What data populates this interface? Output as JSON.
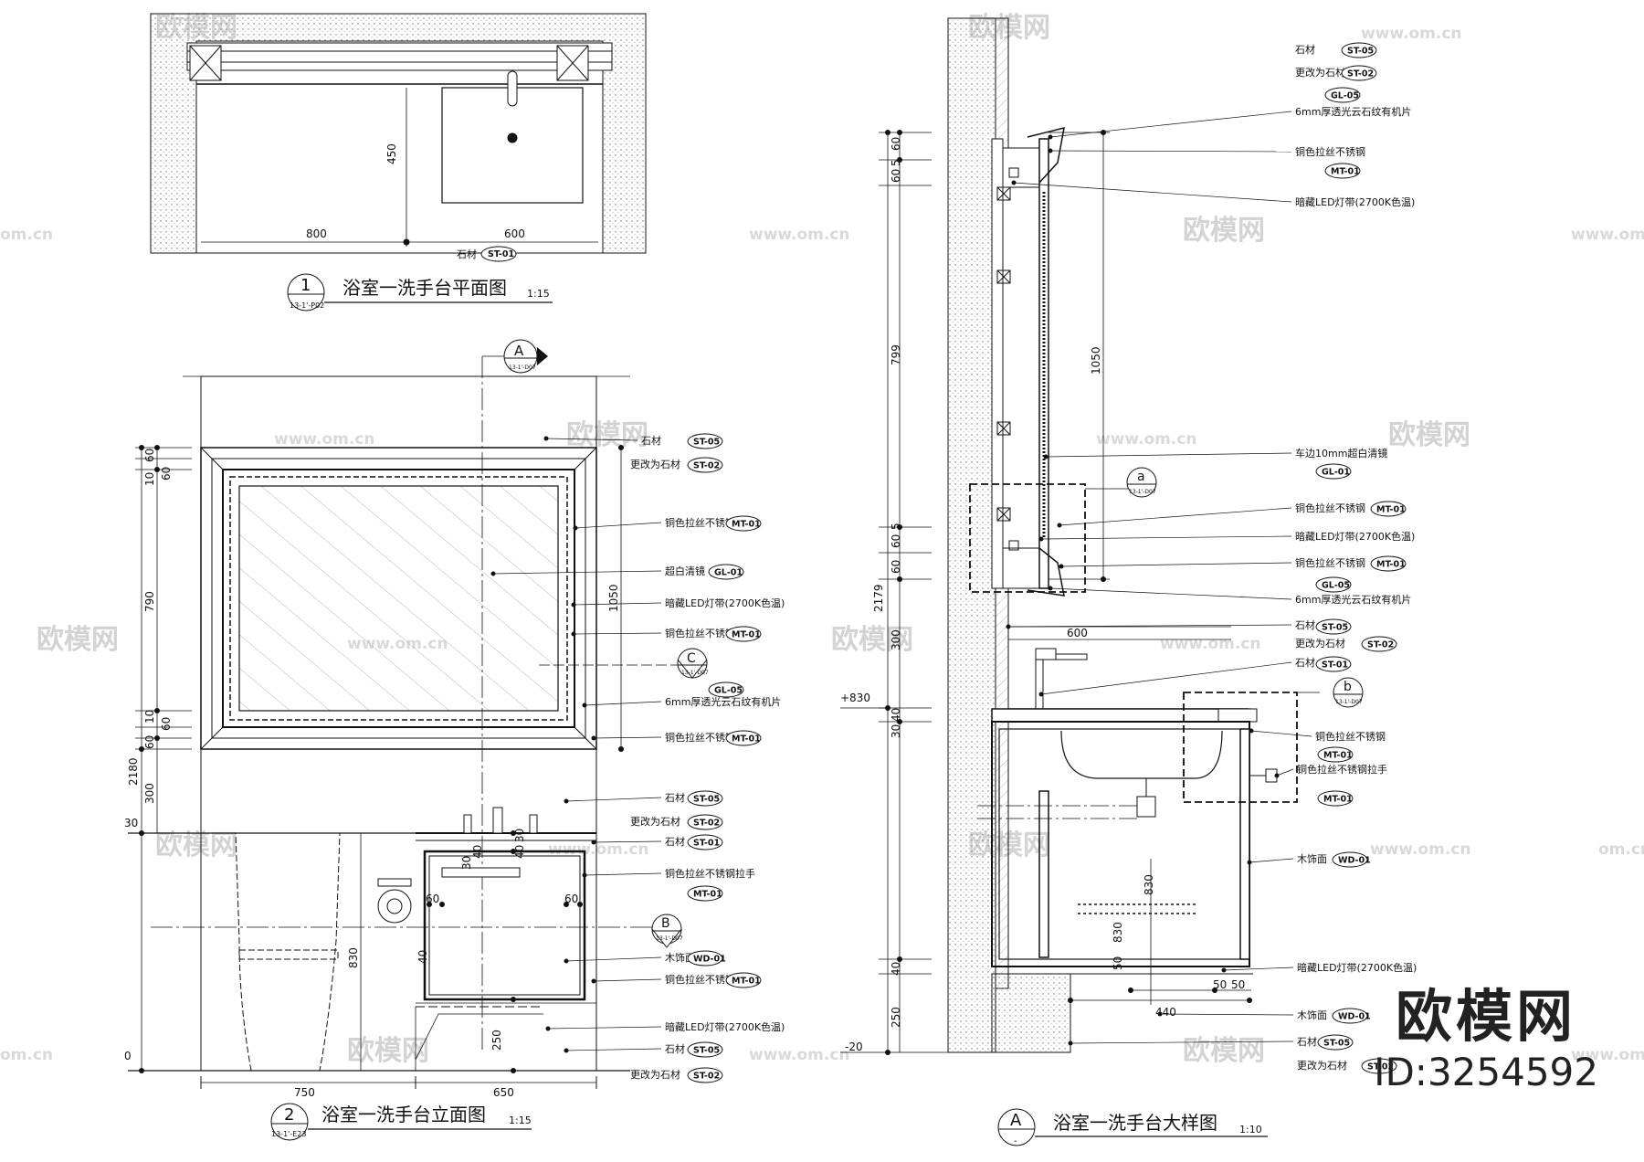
{
  "drawings": {
    "plan": {
      "number": "1",
      "sheet_ref": "13-1'-P02",
      "title": "浴室一洗手台平面图",
      "scale": "1:15",
      "dims": [
        "450",
        "800",
        "600"
      ],
      "material": {
        "text": "石材",
        "code": "ST-01"
      }
    },
    "elevation": {
      "number": "2",
      "sheet_ref": "13-1'-E23",
      "title": "浴室一洗手台立面图",
      "scale": "1:15",
      "section_a": {
        "letter": "A",
        "ref": "13-1'-D07"
      },
      "section_b": {
        "letter": "B",
        "ref": "13-1'-D07"
      },
      "section_c": {
        "letter": "C",
        "ref": "13-1'-D07"
      },
      "vertical_dims": [
        "60",
        "10",
        "60",
        "790",
        "10",
        "60",
        "60",
        "300",
        "830",
        "2180",
        "30",
        "0"
      ],
      "inner_dims": [
        "1050",
        "40",
        "30",
        "30",
        "40",
        "60",
        "60",
        "40",
        "250"
      ],
      "horizontal_dims": [
        "750",
        "650"
      ],
      "labels": [
        {
          "text": "石材",
          "code": "ST-05"
        },
        {
          "text": "更改为石材",
          "code": "ST-02"
        },
        {
          "text": "铜色拉丝不锈钢",
          "code": "MT-01"
        },
        {
          "text": "超白清镜",
          "code": "GL-01"
        },
        {
          "text": "暗藏LED灯带(2700K色温)",
          "code": ""
        },
        {
          "text": "铜色拉丝不锈钢",
          "code": "MT-01"
        },
        {
          "text": "6mm厚透光云石纹有机片",
          "code": "GL-05"
        },
        {
          "text": "铜色拉丝不锈钢",
          "code": "MT-01"
        },
        {
          "text": "石材",
          "code": "ST-05"
        },
        {
          "text": "更改为石材",
          "code": "ST-02"
        },
        {
          "text": "石材",
          "code": "ST-01"
        },
        {
          "text": "铜色拉丝不锈钢拉手",
          "code": "MT-01"
        },
        {
          "text": "木饰面",
          "code": "WD-01"
        },
        {
          "text": "铜色拉丝不锈钢",
          "code": "MT-01"
        },
        {
          "text": "暗藏LED灯带(2700K色温)",
          "code": ""
        },
        {
          "text": "石材",
          "code": "ST-05"
        },
        {
          "text": "更改为石材",
          "code": "ST-02"
        }
      ]
    },
    "detail": {
      "number": "A",
      "sheet_ref": "-",
      "title": "浴室一洗手台大样图",
      "scale": "1:10",
      "callout_a": {
        "letter": "a",
        "ref": "13-1'-D07"
      },
      "callout_b": {
        "letter": "b",
        "ref": "13-1'-D07"
      },
      "vertical_dims": [
        "60",
        "5",
        "60",
        "799",
        "60",
        "5",
        "60",
        "300",
        "40",
        "30",
        "830",
        "40",
        "250",
        "2179",
        "1050",
        "830"
      ],
      "level_marks": [
        "+830",
        "-20"
      ],
      "horizontal_dims": [
        "600",
        "440",
        "50",
        "50",
        "50"
      ],
      "labels": [
        {
          "text": "石材",
          "code": "ST-05"
        },
        {
          "text": "更改为石材",
          "code": "ST-02"
        },
        {
          "text": "6mm厚透光云石纹有机片",
          "code": "GL-05"
        },
        {
          "text": "铜色拉丝不锈钢",
          "code": "MT-01"
        },
        {
          "text": "暗藏LED灯带(2700K色温)",
          "code": ""
        },
        {
          "text": "车边10mm超白清镜",
          "code": "GL-01"
        },
        {
          "text": "铜色拉丝不锈钢",
          "code": "MT-01"
        },
        {
          "text": "暗藏LED灯带(2700K色温)",
          "code": ""
        },
        {
          "text": "铜色拉丝不锈钢",
          "code": "MT-01"
        },
        {
          "text": "6mm厚透光云石纹有机片",
          "code": "GL-05"
        },
        {
          "text": "石材",
          "code": "ST-05"
        },
        {
          "text": "更改为石材",
          "code": "ST-02"
        },
        {
          "text": "石材",
          "code": "ST-01"
        },
        {
          "text": "铜色拉丝不锈钢",
          "code": "MT-01"
        },
        {
          "text": "铜色拉丝不锈钢拉手",
          "code": "MT-01"
        },
        {
          "text": "木饰面",
          "code": "WD-01"
        },
        {
          "text": "暗藏LED灯带(2700K色温)",
          "code": ""
        },
        {
          "text": "木饰面",
          "code": "WD-01"
        },
        {
          "text": "石材",
          "code": "ST-05"
        },
        {
          "text": "更改为石材",
          "code": "ST-02"
        }
      ]
    }
  },
  "watermarks": {
    "brand": "欧模网",
    "url": "www.om.cn",
    "url_short": "om.cn"
  },
  "brand_block": {
    "name": "欧模网",
    "id": "ID:3254592"
  }
}
